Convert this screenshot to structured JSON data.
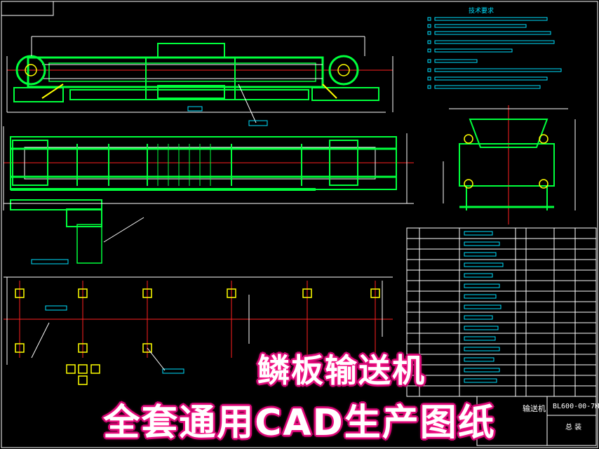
{
  "overlay": {
    "title": "鳞板输送机",
    "subtitle": "全套通用CAD生产图纸"
  },
  "title_block": {
    "drawing_no": "BL600-00-7M",
    "name_fragment": "输送机",
    "label": "总 装"
  },
  "notes_heading": "技术要求",
  "colors": {
    "background": "#000000",
    "outline": "#00ff3c",
    "dimension": "#ffffff",
    "centerline": "#ff2020",
    "hatch": "#ffff00",
    "text_box": "#00e0ff",
    "overlay_glow": "#ff1a8c"
  }
}
